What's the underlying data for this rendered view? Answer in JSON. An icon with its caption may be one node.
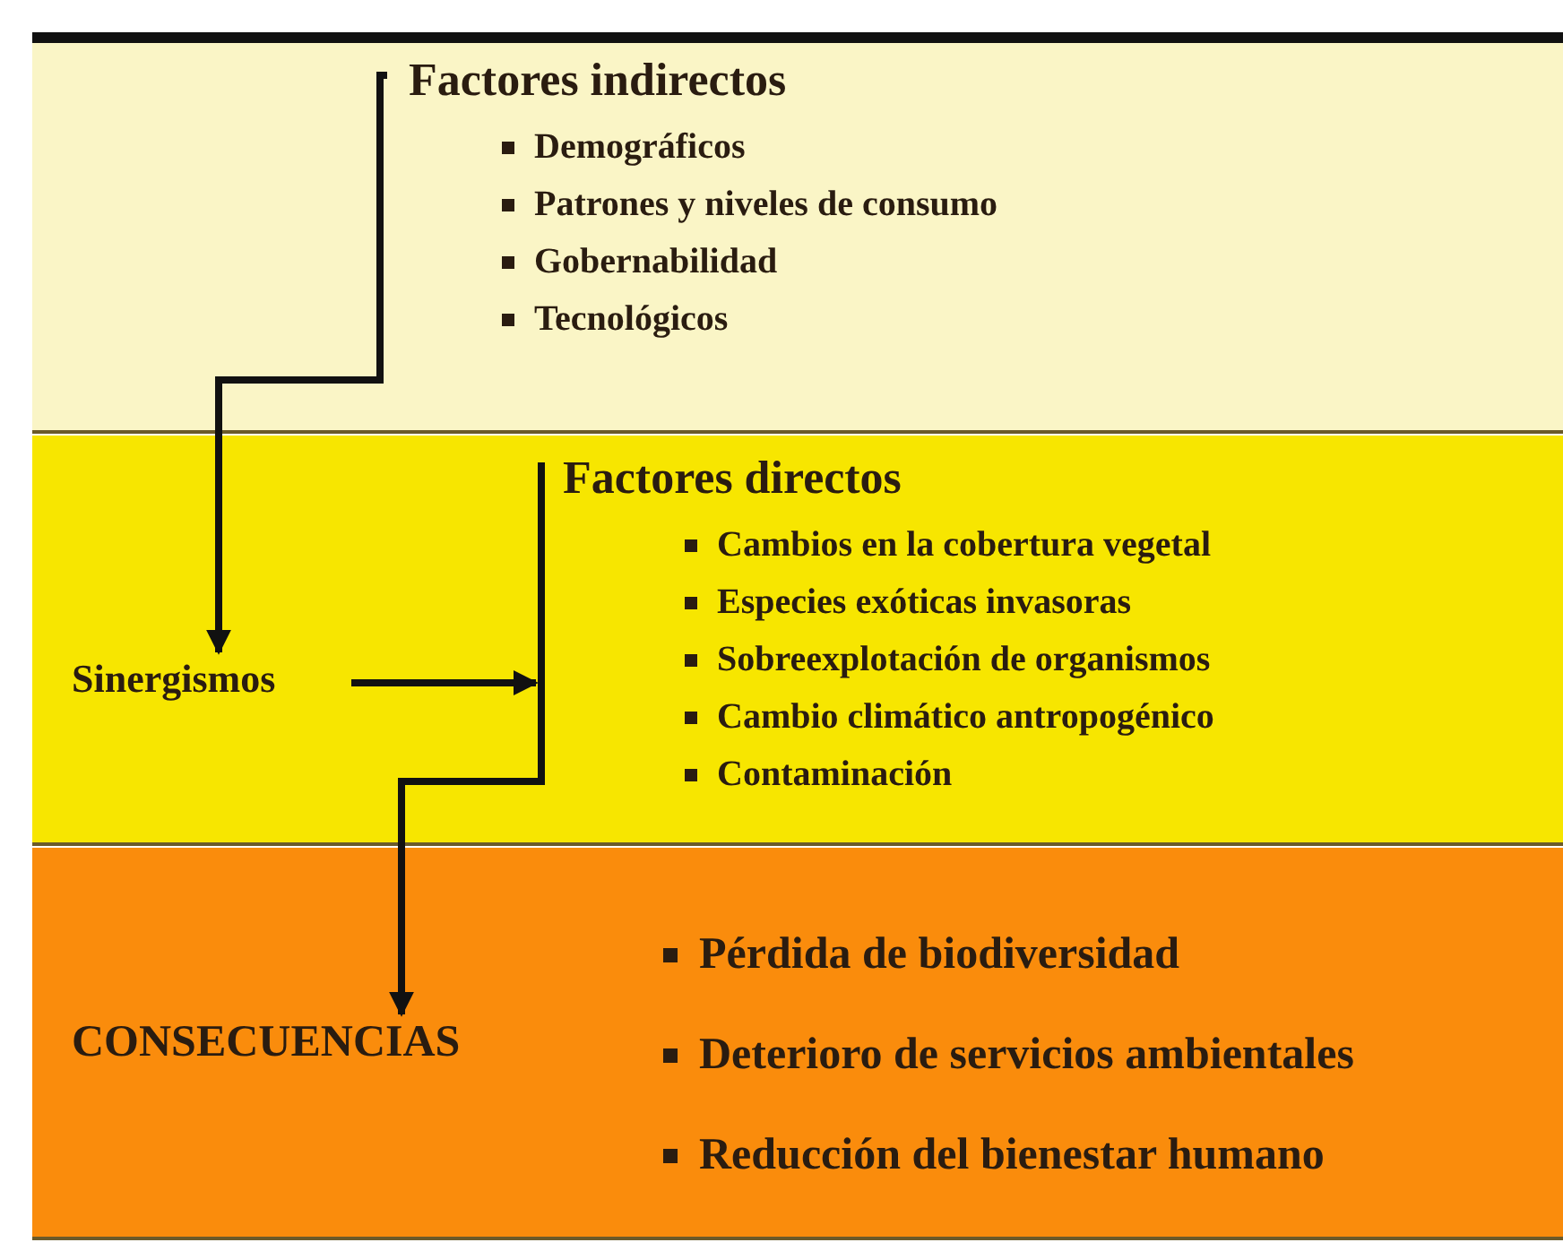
{
  "diagram": {
    "nodes": [
      {
        "text": [],
        "shape": "box"
      },
      {
        "text": [
          "Factores indirectos",
          "Demográficos",
          "Patrones y niveles de consumo",
          "Gobernabilidad",
          "Tecnológicos"
        ],
        "in": 0
      },
      {
        "text": [],
        "shape": "box"
      },
      {
        "text": [
          "Sinergismos"
        ],
        "in": 2
      },
      {
        "text": [
          "Factores directos",
          "Cambios en la cobertura vegetal",
          "Especies exóticas invasoras",
          "Sobreexplotación de organismos",
          "Cambio climático antropogénico",
          "Contaminación"
        ],
        "in": 2
      },
      {
        "text": [],
        "shape": "box"
      },
      {
        "text": [
          "CONSECUENCIAS"
        ],
        "in": 5
      },
      {
        "text": [
          "Pérdida de biodiversidad",
          "Deterioro de servicios ambientales",
          "Reducción del bienestar humano"
        ],
        "in": 5
      }
    ],
    "edges": [
      {
        "from": 1,
        "to": 3,
        "arrow": "to"
      },
      {
        "from": 3,
        "to": 4,
        "arrow": "to"
      },
      {
        "from": 4,
        "to": 6,
        "arrow": "to"
      }
    ]
  }
}
